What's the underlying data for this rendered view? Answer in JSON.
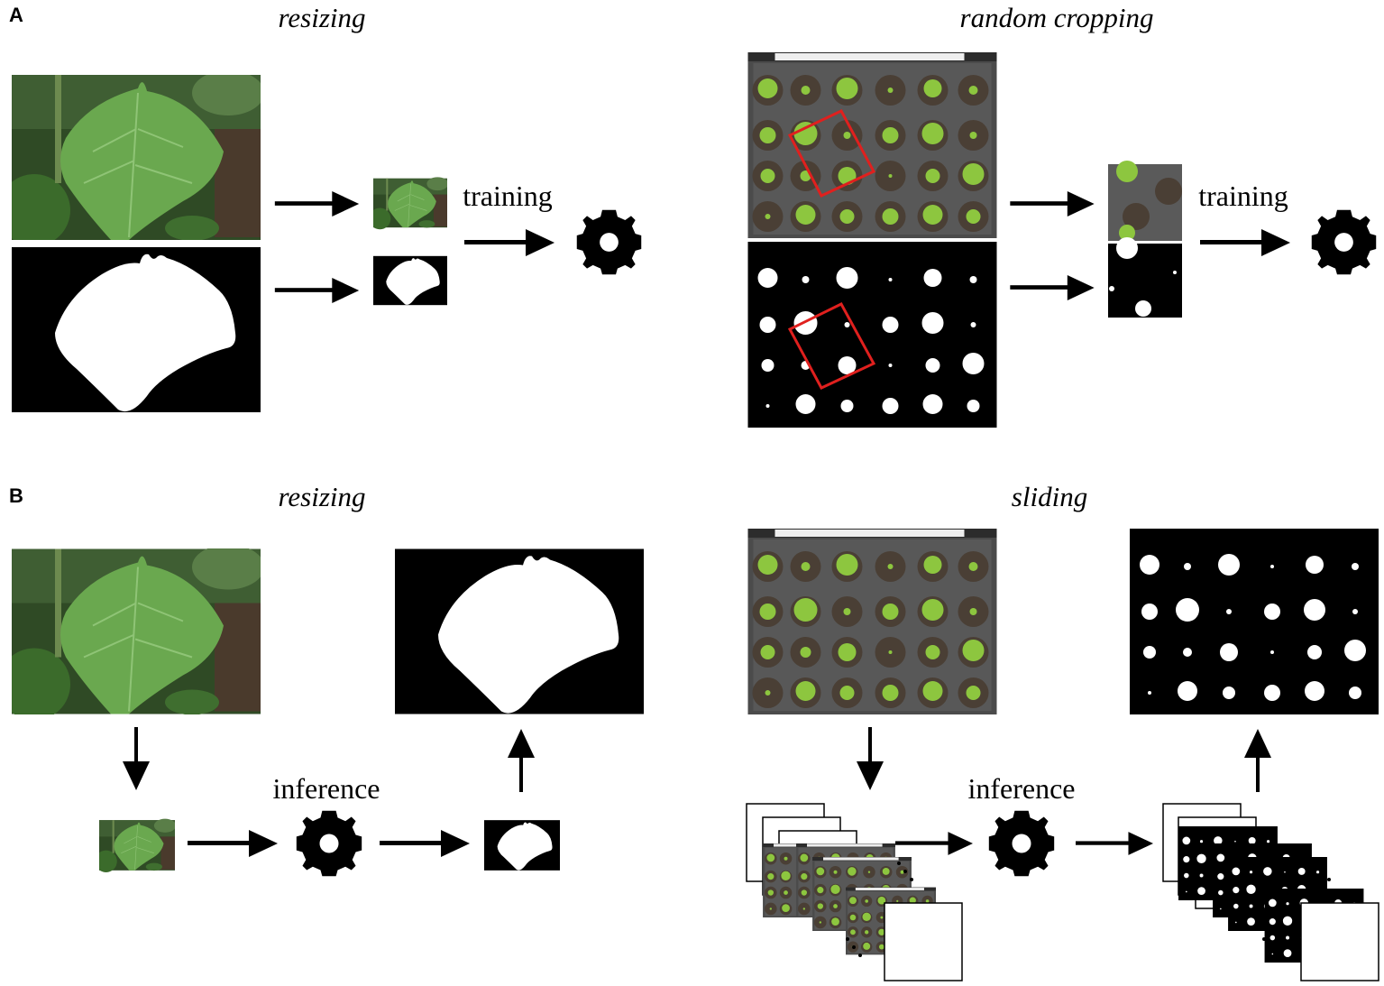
{
  "panel_a": {
    "label": "A",
    "resizing": {
      "heading": "resizing",
      "step_label": "training"
    },
    "random_cropping": {
      "heading": "random cropping",
      "step_label": "training"
    }
  },
  "panel_b": {
    "label": "B",
    "resizing": {
      "heading": "resizing",
      "step_label": "inference"
    },
    "sliding": {
      "heading": "sliding",
      "step_label": "inference"
    }
  },
  "colors": {
    "crop_box": "#e0201e",
    "leaf_green": "#5e9e3c",
    "plant_green": "#8dc63f",
    "tray_gray": "#3d3d3d",
    "mask_black": "#000000",
    "mask_white": "#ffffff"
  },
  "icons": [
    "gear-icon",
    "arrow-right-icon",
    "arrow-down-icon",
    "arrow-up-icon",
    "ellipsis-icon"
  ]
}
